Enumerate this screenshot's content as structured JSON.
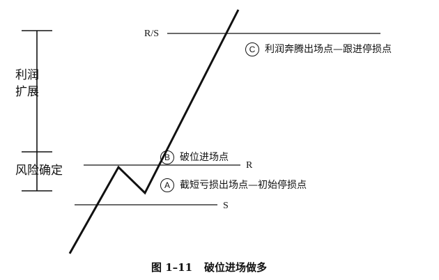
{
  "scale_labels": {
    "profit_expansion_line1": "利润",
    "profit_expansion_line2": "扩展",
    "risk_determination": "风险确定"
  },
  "levels": {
    "rs": "R/S",
    "r": "R",
    "s": "S"
  },
  "markers": {
    "a": "A",
    "b": "B",
    "c": "C"
  },
  "notes": {
    "c": "利润奔腾出场点—跟进停损点",
    "b": "破位进场点",
    "a": "截短亏损出场点—初始停损点"
  },
  "caption": {
    "figure_number": "图 1–11",
    "title": "破位进场做多"
  }
}
